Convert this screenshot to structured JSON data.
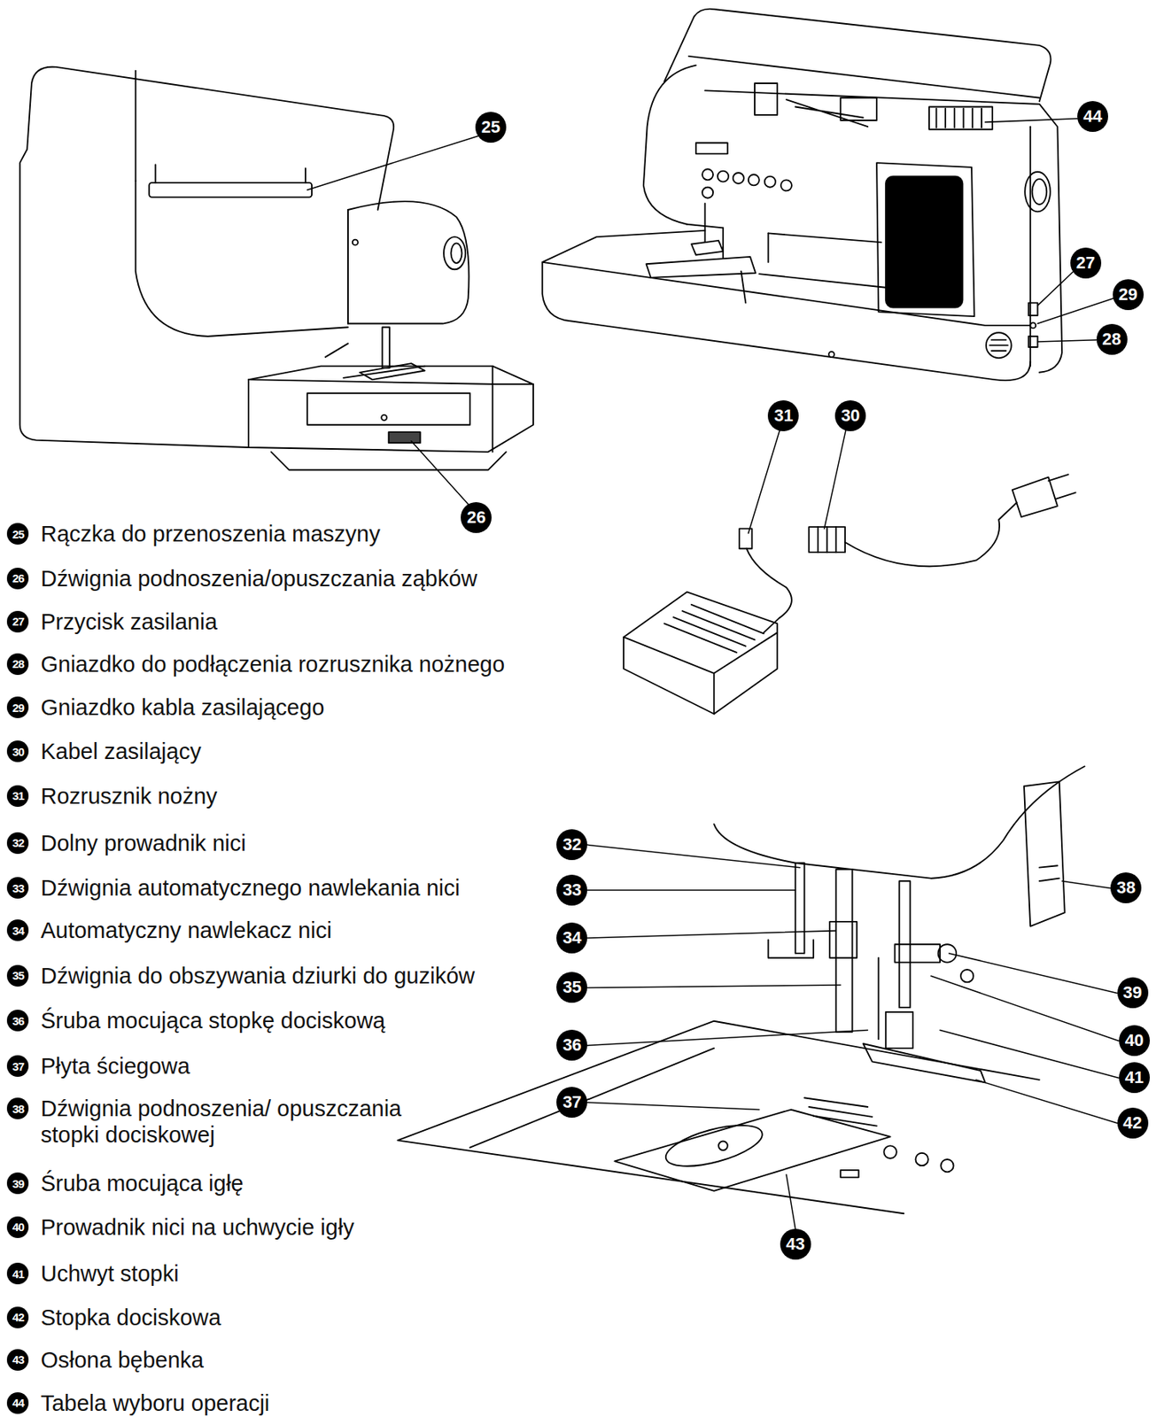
{
  "diagram": {
    "labels": [
      "25",
      "26",
      "27",
      "28",
      "29",
      "30",
      "31",
      "32",
      "33",
      "34",
      "35",
      "36",
      "37",
      "38",
      "39",
      "40",
      "41",
      "42",
      "43",
      "44",
      "25",
      "Rączka do przenoszenia maszyny",
      "26",
      "Dźwignia podnoszenia/opuszczania ząbków",
      "27",
      "Przycisk zasilania",
      "28",
      "Gniazdko do podłączenia rozrusznika nożnego",
      "29",
      "Gniazdko kabla zasilającego",
      "30",
      "Kabel zasilający",
      "31",
      "Rozrusznik nożny",
      "32",
      "Dolny prowadnik nici",
      "33",
      "Dźwignia automatycznego nawlekania nici",
      "34",
      "Automatyczny nawlekacz nici",
      "35",
      "Dźwignia do obszywania dziurki do guzików",
      "36",
      "Śruba mocująca stopkę dociskową",
      "37",
      "Płyta ściegowa",
      "38",
      "Dźwignia podnoszenia/ opuszczania stopki dociskowej",
      "39",
      "Śruba mocująca igłę",
      "40",
      "Prowadnik nici na uchwycie igły",
      "41",
      "Uchwyt stopki",
      "42",
      "Stopka dociskowa",
      "43",
      "Osłona bębenka",
      "44",
      "Tabela wyboru operacji"
    ]
  }
}
